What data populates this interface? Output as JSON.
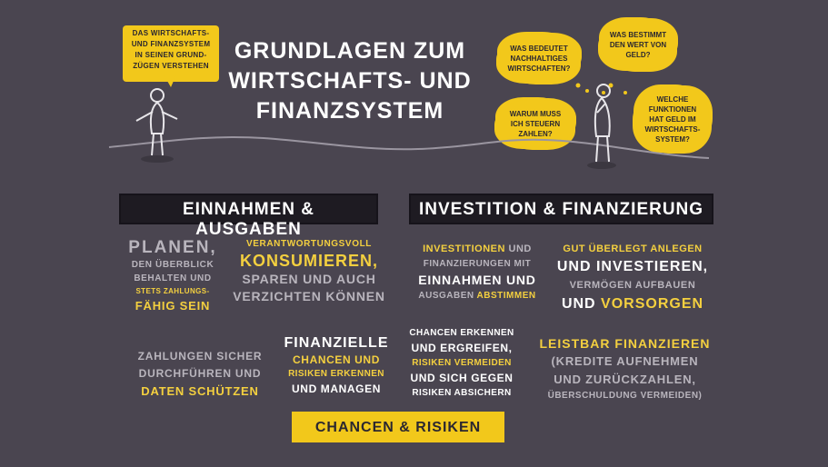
{
  "title": {
    "line1": "GRUNDLAGEN ZUM",
    "line2": "WIRTSCHAFTS- UND",
    "line3": "FINANZSYSTEM"
  },
  "note_left": {
    "line1": "DAS WIRTSCHAFTS-",
    "line2": "UND FINANZSYSTEM",
    "line3": "IN SEINEN GRUND-",
    "line4": "ZÜGEN VERSTEHEN"
  },
  "clouds": [
    {
      "line1": "WAS BEDEUTET",
      "line2": "NACHHALTIGES",
      "line3": "WIRTSCHAFTEN?"
    },
    {
      "line1": "WAS BESTIMMT",
      "line2": "DEN WERT VON",
      "line3": "GELD?"
    },
    {
      "line1": "WARUM MUSS",
      "line2": "ICH STEUERN",
      "line3": "ZAHLEN?"
    },
    {
      "line1": "WELCHE",
      "line2": "FUNKTIONEN",
      "line3": "HAT GELD IM",
      "line4": "WIRTSCHAFTS-",
      "line5": "SYSTEM?"
    }
  ],
  "headings": {
    "left": "EINNAHMEN & AUSGABEN",
    "right": "INVESTITION & FINANZIERUNG",
    "bottom": "CHANCEN & RISIKEN"
  },
  "blocks": {
    "b1": {
      "l1": "PLANEN,",
      "l2": "DEN ÜBERBLICK",
      "l3": "BEHALTEN UND",
      "l4": "STETS ZAHLUNGS-",
      "l5": "FÄHIG SEIN"
    },
    "b2": {
      "l1": "VERANTWORTUNGSVOLL",
      "l2": "KONSUMIEREN,",
      "l3": "SPAREN UND AUCH",
      "l4": "VERZICHTEN KÖNNEN"
    },
    "b3": {
      "l1a": "INVESTITIONEN",
      "l1b": " UND",
      "l2": "FINANZIERUNGEN MIT",
      "l3": "EINNAHMEN UND",
      "l4a": "AUSGABEN ",
      "l4b": "ABSTIMMEN"
    },
    "b4": {
      "l1": "GUT ÜBERLEGT ANLEGEN",
      "l2": "UND INVESTIEREN,",
      "l3": "VERMÖGEN AUFBAUEN",
      "l4a": "UND ",
      "l4b": "VORSORGEN"
    },
    "b5": {
      "l1": "ZAHLUNGEN SICHER",
      "l2": "DURCHFÜHREN UND",
      "l3": "DATEN SCHÜTZEN"
    },
    "b6": {
      "l1": "FINANZIELLE",
      "l2": "CHANCEN UND",
      "l3": "RISIKEN ERKENNEN",
      "l4": "UND MANAGEN"
    },
    "b7": {
      "l1": "CHANCEN ERKENNEN",
      "l2": "UND ERGREIFEN,",
      "l3": "RISIKEN VERMEIDEN",
      "l4": "UND SICH GEGEN",
      "l5": "RISIKEN ABSICHERN"
    },
    "b8": {
      "l1": "LEISTBAR FINANZIEREN",
      "l2": "(KREDITE AUFNEHMEN",
      "l3": "UND ZURÜCKZAHLEN,",
      "l4": "ÜBERSCHULDUNG VERMEIDEN)"
    }
  },
  "colors": {
    "background": "#4a4550",
    "accent": "#f2c81b",
    "text": "#ffffff",
    "muted": "#b9b5bd"
  }
}
